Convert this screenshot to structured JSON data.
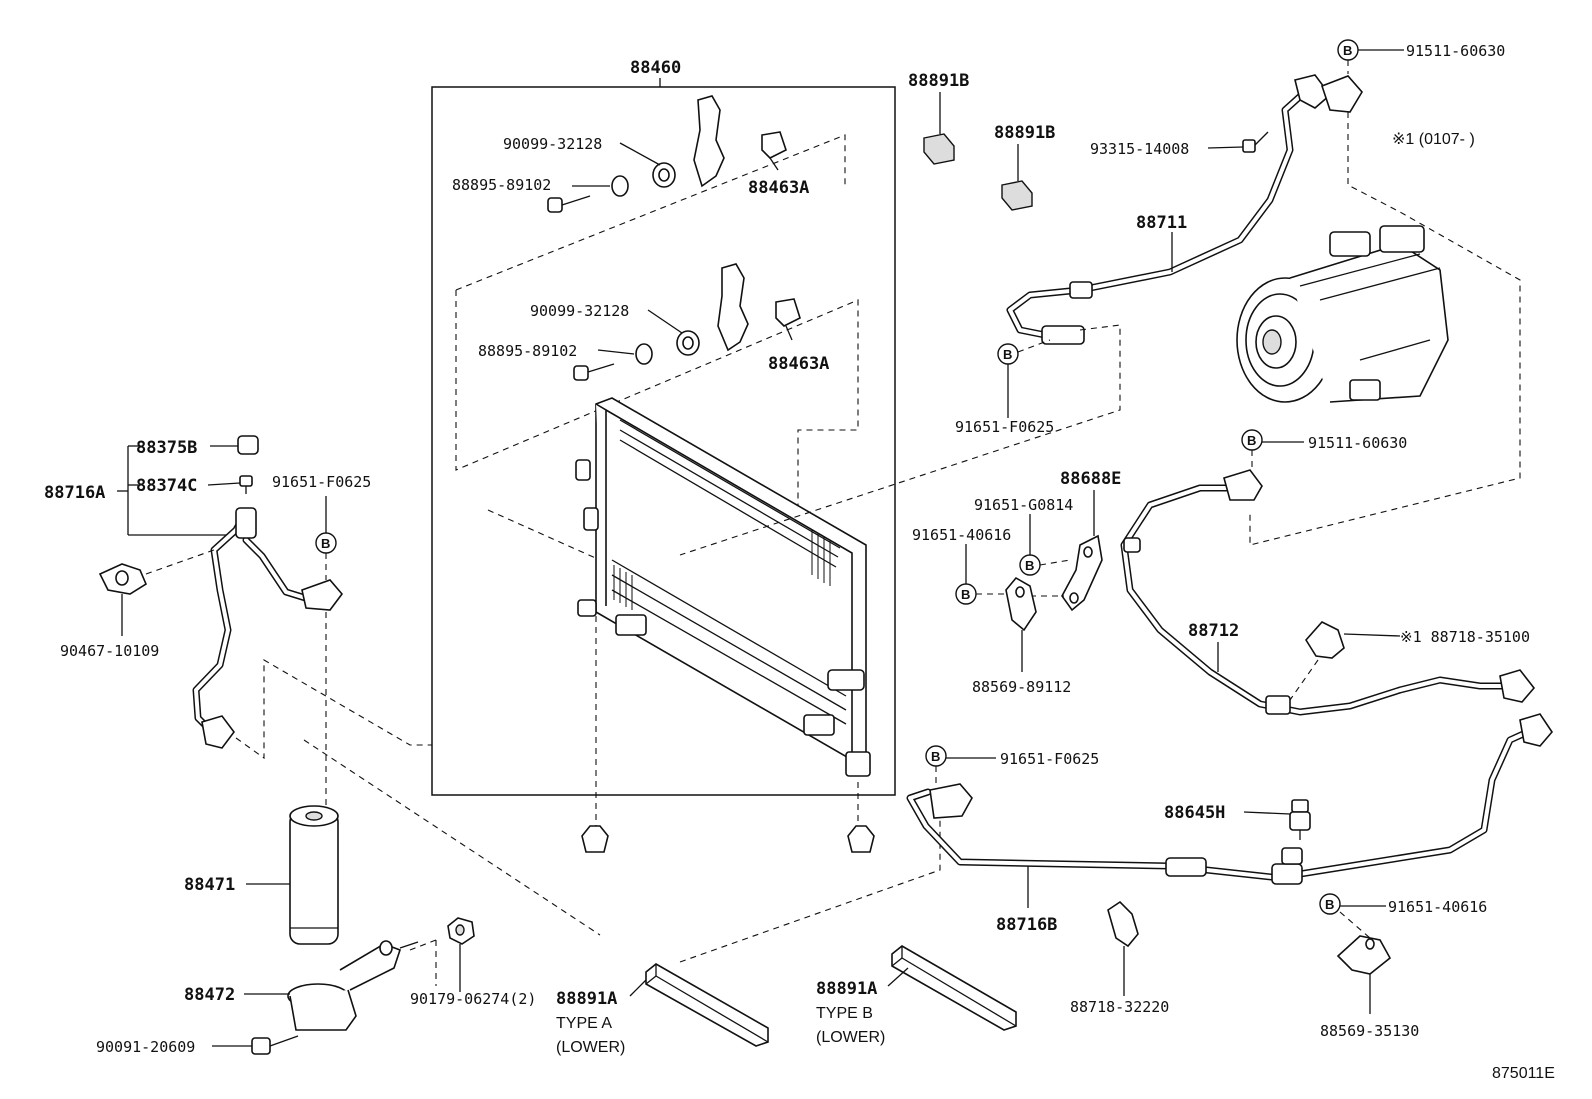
{
  "callouts": {
    "p88460": "88460",
    "p88891B_1": "88891B",
    "p88891B_2": "88891B",
    "p91511_60630_top": "91511-60630",
    "p93315": "93315-14008",
    "note1": "※1 (0107-      )",
    "p90099_a": "90099-32128",
    "p88895_a": "88895-89102",
    "p88463A_a": "88463A",
    "p88711": "88711",
    "p90099_b": "90099-32128",
    "p88895_b": "88895-89102",
    "p88463A_b": "88463A",
    "p91651_F0625_a": "91651-F0625",
    "p88375B": "88375B",
    "p88374C": "88374C",
    "p88716A": "88716A",
    "p91651_F0625_b": "91651-F0625",
    "p90467": "90467-10109",
    "p91511_60630_mid": "91511-60630",
    "p88688E": "88688E",
    "p91651_G0814": "91651-G0814",
    "p91651_40616_a": "91651-40616",
    "p88712": "88712",
    "p88718_35100": "※1 88718-35100",
    "p88569_89112": "88569-89112",
    "p91651_F0625_c": "91651-F0625",
    "p88645H": "88645H",
    "p88471": "88471",
    "p88716B": "88716B",
    "p91651_40616_b": "91651-40616",
    "p88472": "88472",
    "p90179": "90179-06274(2)",
    "p88891A_a": "88891A",
    "p88891A_b": "88891A",
    "p88718_32220": "88718-32220",
    "p88569_35130": "88569-35130",
    "p90091": "90091-20609",
    "typeA": "TYPE A",
    "typeA_sub": "(LOWER)",
    "typeB": "TYPE B",
    "typeB_sub": "(LOWER)",
    "figure_code": "875011E",
    "b_marker": "B"
  }
}
